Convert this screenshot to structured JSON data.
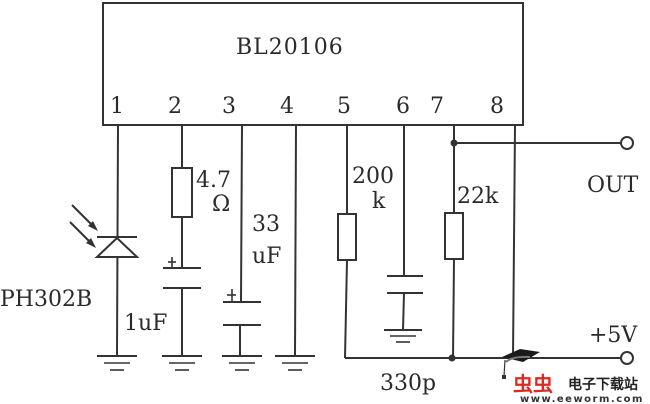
{
  "ic": {
    "name": "BL20106",
    "pins": [
      "1",
      "2",
      "3",
      "4",
      "5",
      "6",
      "7",
      "8"
    ]
  },
  "components": {
    "photodiode": {
      "label": "PH302B",
      "pin": "1"
    },
    "r_pin2": {
      "value_line1": "4.7",
      "value_line2": "Ω"
    },
    "c_pin2": {
      "value": "1uF"
    },
    "c_pin3": {
      "value_line1": "33",
      "value_line2": "uF"
    },
    "r_pin5": {
      "value_line1": "200",
      "value_line2": "k"
    },
    "c_pin6": {
      "value": "330p"
    },
    "r_pin7": {
      "value": "22k"
    }
  },
  "terminals": {
    "out": "OUT",
    "vcc": "+5V"
  },
  "watermark": {
    "logo": "虫虫",
    "site_name": "电子下载站",
    "url": "www.eeworm.com",
    "logo_color": "#e0281e"
  }
}
